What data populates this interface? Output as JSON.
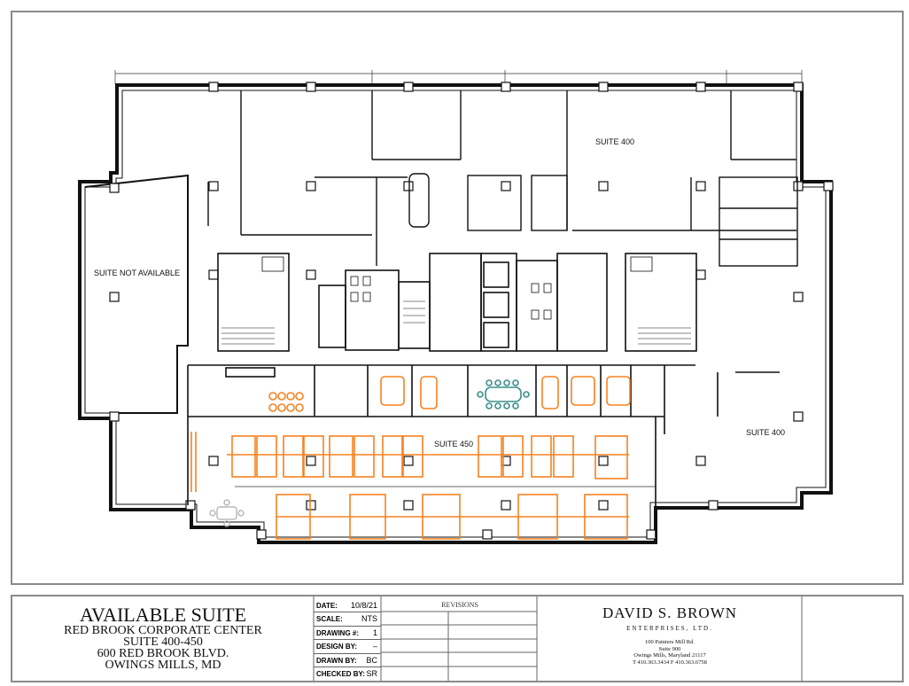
{
  "plan": {
    "labels": {
      "suite_not_available": "SUITE NOT AVAILABLE",
      "suite_400_top": "SUITE 400",
      "suite_400_right": "SUITE 400",
      "suite_450": "SUITE 450"
    }
  },
  "title_block": {
    "project": {
      "title": "AVAILABLE SUITE",
      "line1": "RED BROOK CORPORATE CENTER",
      "line2": "SUITE 400-450",
      "line3": "600 RED BROOK BLVD.",
      "line4": "OWINGS MILLS, MD"
    },
    "fields": [
      {
        "key": "DATE:",
        "value": "10/8/21"
      },
      {
        "key": "SCALE:",
        "value": "NTS"
      },
      {
        "key": "DRAWING #:",
        "value": "1"
      },
      {
        "key": "DESIGN BY:",
        "value": "–"
      },
      {
        "key": "DRAWN BY:",
        "value": "BC"
      },
      {
        "key": "CHECKED BY:",
        "value": "SR"
      }
    ],
    "revisions_title": "REVISIONS",
    "firm": {
      "name": "DAVID S. BROWN",
      "subtitle": "ENTERPRISES, LTD.",
      "address1": "100 Painters Mill Rd.",
      "address2": "Suite 900",
      "address3": "Owings Mills, Maryland 21117",
      "phone": "T 410.363.3434 F 410.363.6758"
    }
  },
  "colors": {
    "furniture_orange": "#f58220",
    "conference_teal": "#3a8f8a",
    "frame_gray": "#8a8a8a",
    "wall_black": "#111111"
  }
}
